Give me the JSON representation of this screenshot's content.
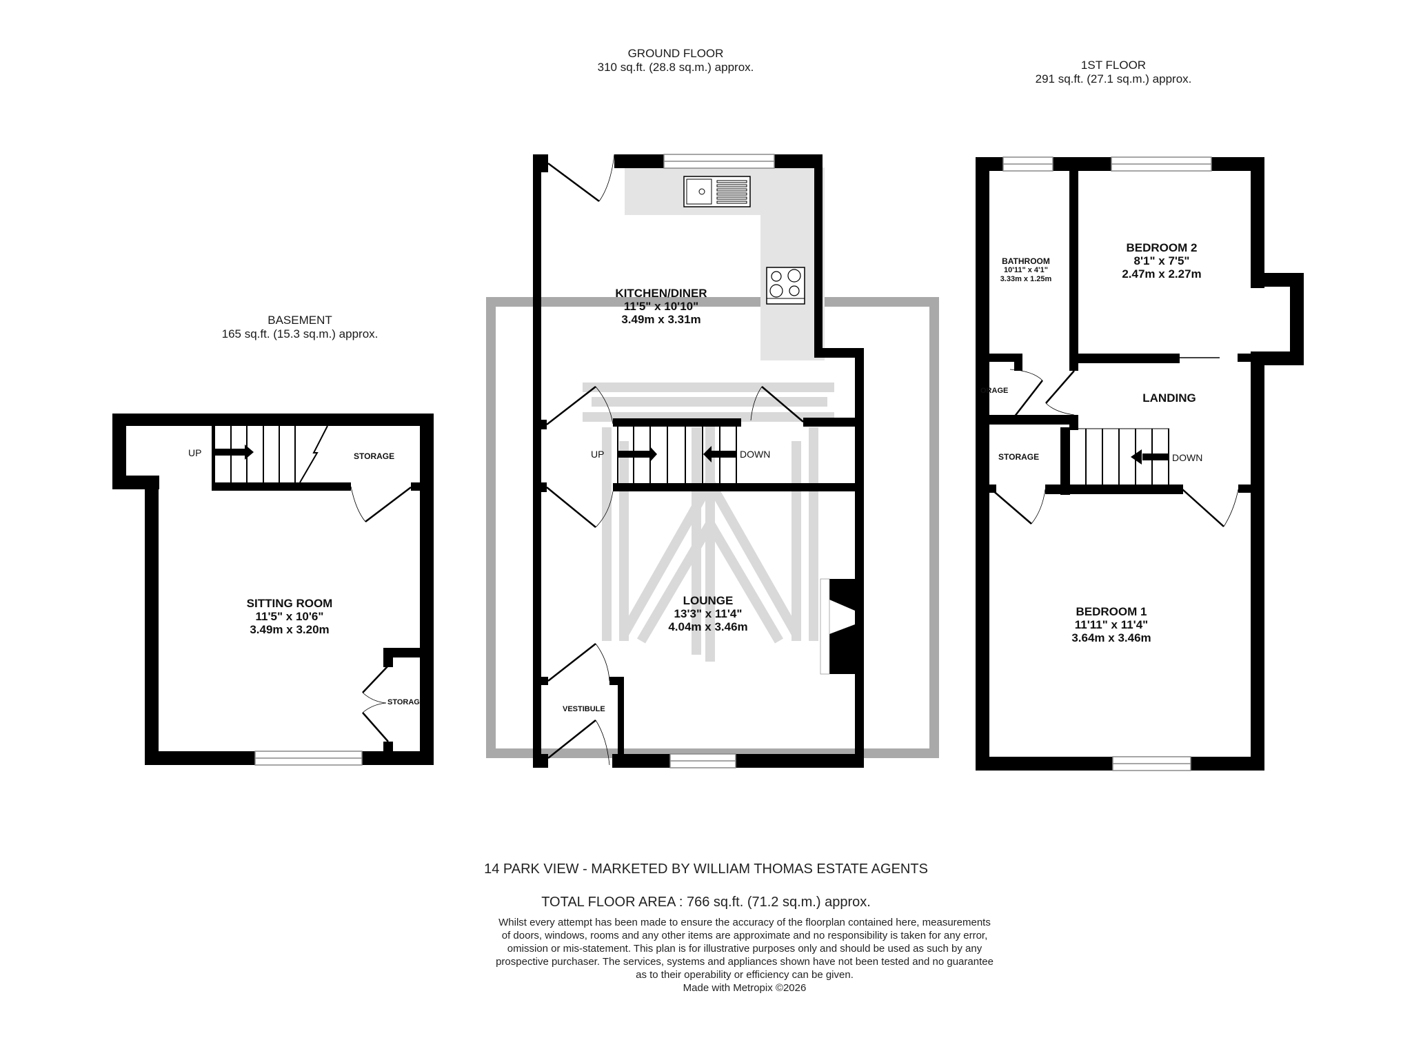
{
  "floors": {
    "basement": {
      "name": "BASEMENT",
      "area": "165 sq.ft. (15.3 sq.m.) approx."
    },
    "ground": {
      "name": "GROUND FLOOR",
      "area": "310 sq.ft. (28.8 sq.m.) approx."
    },
    "first": {
      "name": "1ST FLOOR",
      "area": "291 sq.ft. (27.1 sq.m.) approx."
    }
  },
  "rooms": {
    "sitting_room": {
      "name": "SITTING ROOM",
      "imperial": "11'5\"  x 10'6\"",
      "metric": "3.49m  x 3.20m"
    },
    "kitchen_diner": {
      "name": "KITCHEN/DINER",
      "imperial": "11'5\"  x 10'10\"",
      "metric": "3.49m  x 3.31m"
    },
    "lounge": {
      "name": "LOUNGE",
      "imperial": "13'3\"  x 11'4\"",
      "metric": "4.04m  x 3.46m"
    },
    "vestibule": {
      "name": "VESTIBULE"
    },
    "bathroom": {
      "name": "BATHROOM",
      "imperial": "10'11\"  x 4'1\"",
      "metric": "3.33m  x 1.25m"
    },
    "bedroom_2": {
      "name": "BEDROOM 2",
      "imperial": "8'1\"  x 7'5\"",
      "metric": "2.47m  x 2.27m"
    },
    "landing": {
      "name": "LANDING"
    },
    "bedroom_1": {
      "name": "BEDROOM 1",
      "imperial": "11'11\"  x 11'4\"",
      "metric": "3.64m  x 3.46m"
    },
    "basement_storage_top": {
      "name": "STORAGE"
    },
    "basement_storage_side": {
      "name": "STORAG"
    },
    "first_storage_top": {
      "name": "ORAGE"
    },
    "first_storage_lower": {
      "name": "STORAGE"
    }
  },
  "stair_labels": {
    "basement_up": "UP",
    "ground_up": "UP",
    "ground_down": "DOWN",
    "first_down": "DOWN"
  },
  "footer": {
    "property": "14 PARK VIEW - MARKETED BY WILLIAM THOMAS ESTATE AGENTS",
    "total_area": "TOTAL FLOOR AREA : 766 sq.ft. (71.2 sq.m.) approx.",
    "disclaimer": [
      "Whilst every attempt has been made to ensure the accuracy of the floorplan contained here, measurements",
      "of doors, windows, rooms and any other items are approximate and no responsibility is taken for any error,",
      "omission or mis-statement. This plan is for illustrative purposes only and should be used as such by any",
      "prospective purchaser. The services, systems and appliances shown have not been tested and no guarantee",
      "as to their operability or efficiency can be given."
    ],
    "credit": "Made with Metropix ©2026"
  },
  "colors": {
    "wall": "#000000",
    "worktop": "#e4e4e4",
    "watermark": "#d8d8d8",
    "watermark_frame": "#a8a8a8",
    "window": "#8a8a8a"
  }
}
